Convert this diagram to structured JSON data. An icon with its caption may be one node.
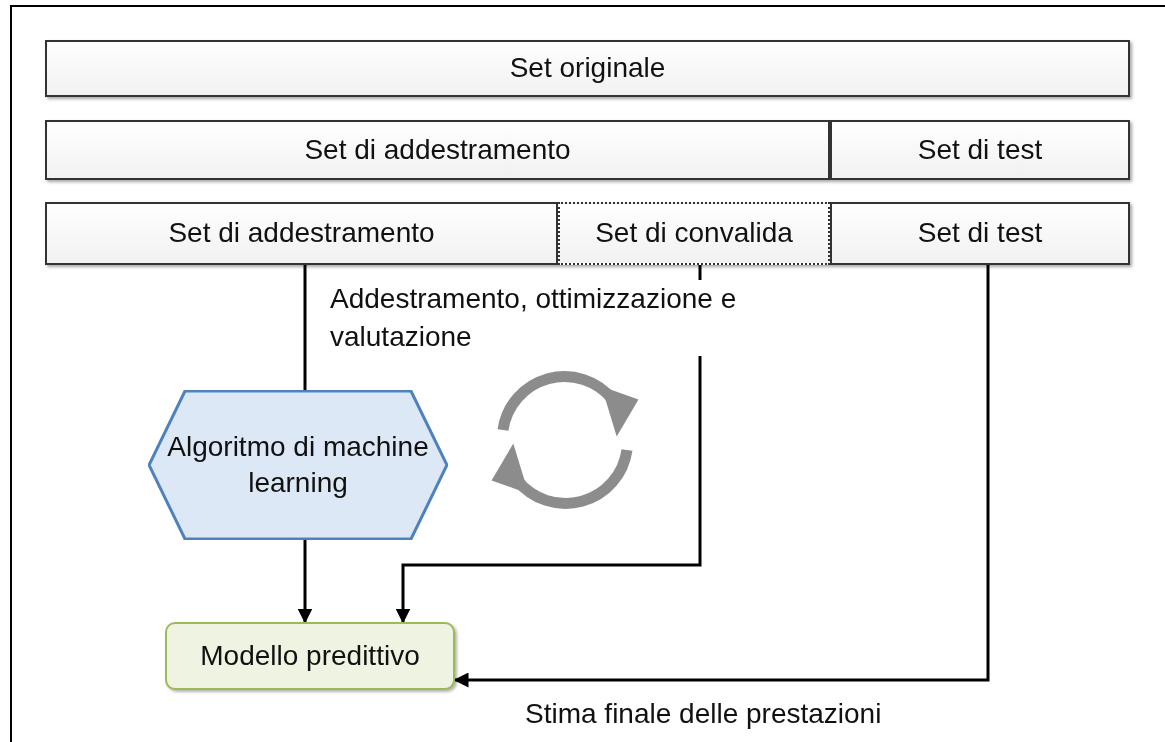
{
  "diagram": {
    "nodes": [
      {
        "text": [
          "Set originale"
        ]
      },
      {
        "text": [
          "Set di addestramento"
        ]
      },
      {
        "text": [
          "Set di test"
        ]
      },
      {
        "text": [
          "Set di addestramento"
        ]
      },
      {
        "text": [
          "Set di convalida"
        ]
      },
      {
        "text": [
          "Set di test"
        ]
      },
      {
        "text": [
          "Algoritmo di machine learning"
        ]
      },
      {
        "text": [
          "Modello predittivo"
        ]
      }
    ],
    "edges": [
      {
        "from": 3,
        "to": 6,
        "arrow": "none"
      },
      {
        "from": 6,
        "to": 7,
        "arrow": "to"
      },
      {
        "from": 4,
        "to": 7,
        "arrow": "to"
      },
      {
        "from": 5,
        "to": 7,
        "arrow": "to",
        "label": "Stima finale delle prestazioni"
      }
    ],
    "labels": [
      "Addestramento, ottimizzazione e valutazione"
    ]
  }
}
